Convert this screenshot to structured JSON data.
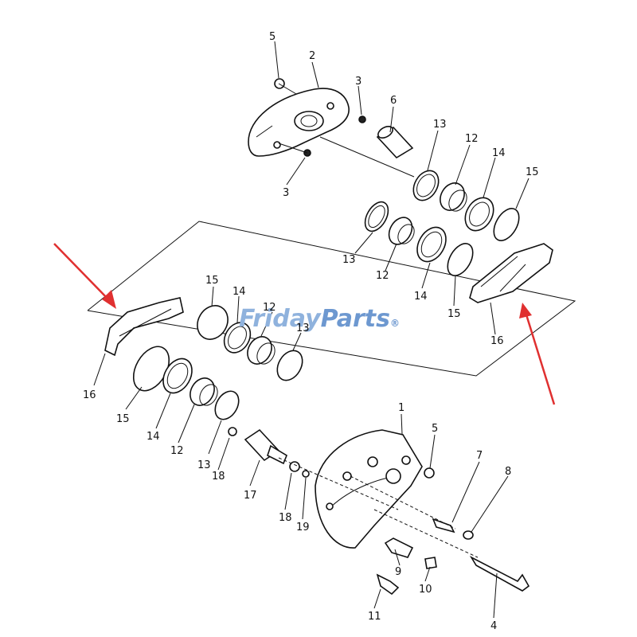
{
  "watermark": {
    "text_a": "Friday",
    "text_b": "Parts",
    "mark": "®",
    "color_a": "#8fb2dd",
    "color_b": "#6d98d0"
  },
  "labels": {
    "l1": "1",
    "l2": "2",
    "l3a": "3",
    "l3b": "3",
    "l4": "4",
    "l5a": "5",
    "l5b": "5",
    "l6": "6",
    "l7": "7",
    "l8": "8",
    "l9": "9",
    "l10": "10",
    "l11": "11",
    "l12a": "12",
    "l12b": "12",
    "l12c": "12",
    "l12d": "12",
    "l13a": "13",
    "l13b": "13",
    "l13c": "13",
    "l13d": "13",
    "l14a": "14",
    "l14b": "14",
    "l14c": "14",
    "l14d": "14",
    "l15a": "15",
    "l15b": "15",
    "l15c": "15",
    "l15d": "15",
    "l16a": "16",
    "l16b": "16",
    "l17": "17",
    "l18a": "18",
    "l18b": "18",
    "l19": "19"
  },
  "colors": {
    "line": "#111111",
    "arrow": "#e03030",
    "paper": "#ffffff"
  }
}
